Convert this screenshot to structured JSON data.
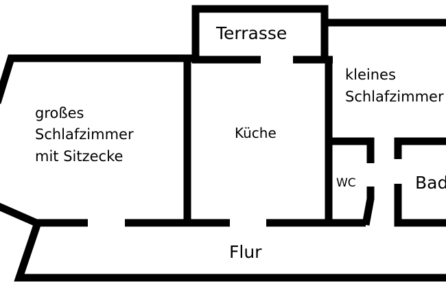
{
  "floor_plan": {
    "wall_color": "#000000",
    "background_color": "#ffffff",
    "rooms": {
      "terrasse": "Terrasse",
      "grosses_schlafzimmer": [
        "großes",
        "Schlafzimmer",
        "mit Sitzecke"
      ],
      "kueche": "Küche",
      "kleines_schlafzimmer": [
        "kleines",
        "Schlafzimmer"
      ],
      "wc": "WC",
      "bad": "Bad",
      "flur": "Flur"
    }
  }
}
